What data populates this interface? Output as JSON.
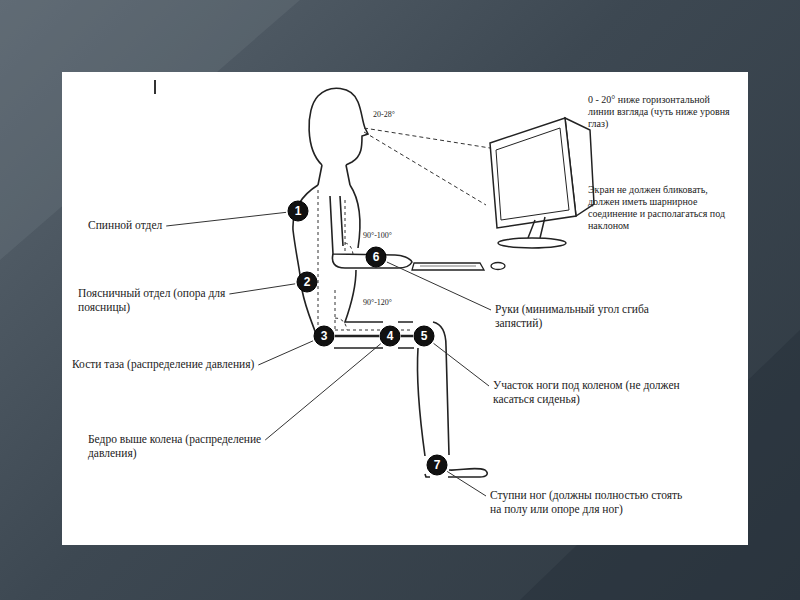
{
  "diagram": {
    "nodes": [
      {
        "text": [
          "1"
        ]
      },
      {
        "text": [
          "2"
        ]
      },
      {
        "text": [
          "3"
        ]
      },
      {
        "text": [
          "4"
        ]
      },
      {
        "text": [
          "5"
        ]
      },
      {
        "text": [
          "6"
        ]
      },
      {
        "text": [
          "7"
        ]
      }
    ],
    "edges": [
      {
        "from": 2,
        "to": 3,
        "arrow": "none"
      },
      {
        "from": 3,
        "to": 4,
        "arrow": "none"
      }
    ],
    "labels": [
      "0 - 20° ниже горизонтальной линии взгляда (чуть ниже уровня глаз)",
      "20-28°",
      "Экран не должен бликовать, должен иметь шарнирное соединение и располагаться под наклоном",
      "Спинной отдел",
      "90°-100°",
      "Поясничный отдел (опора для поясницы)",
      "Руки (минимальный угол сгиба запястий)",
      "90°-120°",
      "Кости таза (распределение давления)",
      "Участок ноги под коленом (не должен касаться сиденья)",
      "Бедро выше колена (распределение давления)",
      "Ступни ног (должны полностью стоять на полу или опоре для ног)"
    ]
  }
}
